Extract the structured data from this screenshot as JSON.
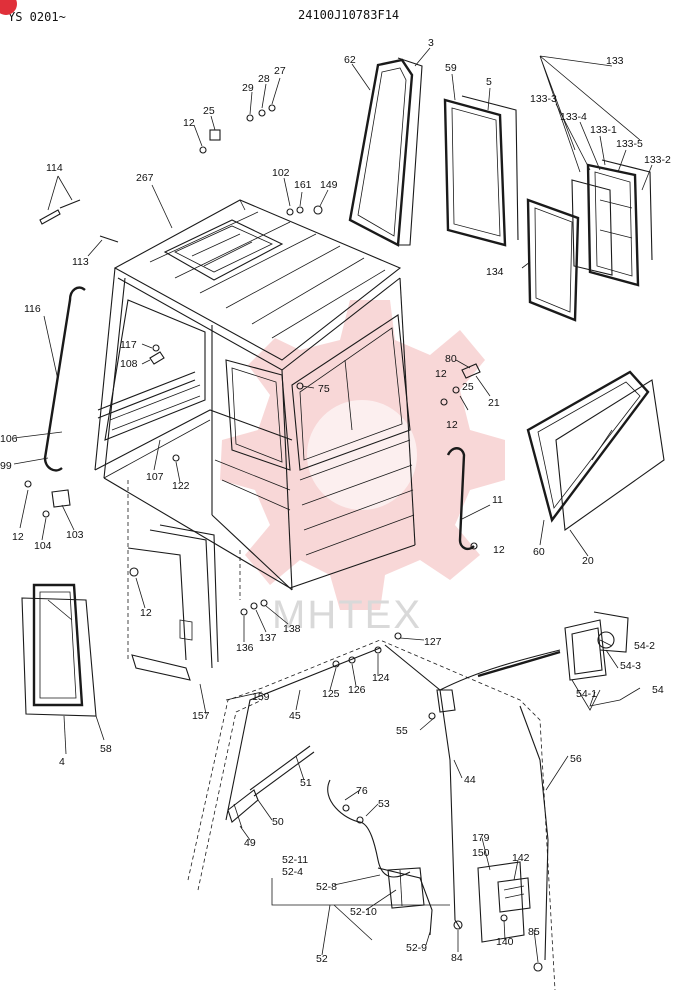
{
  "header": {
    "serial_range": "YS 0201~",
    "drawing_number": "24100J10783F14"
  },
  "watermark": {
    "text": "MHTEX"
  },
  "colors": {
    "line": "#1a1a1a",
    "watermark": "#f3b6b6",
    "badge": "#e0303a"
  },
  "part_labels": [
    "3",
    "62",
    "59",
    "5",
    "133",
    "133-3",
    "133-4",
    "133-1",
    "133-5",
    "133-2",
    "27",
    "28",
    "29",
    "25",
    "12",
    "114",
    "267",
    "102",
    "161",
    "149",
    "113",
    "134",
    "116",
    "117",
    "108",
    "75",
    "80",
    "12",
    "25",
    "21",
    "12",
    "106",
    "99",
    "107",
    "122",
    "11",
    "12",
    "60",
    "20",
    "12",
    "103",
    "104",
    "12",
    "136",
    "137",
    "138",
    "127",
    "54-2",
    "54-3",
    "54",
    "54-1",
    "159",
    "125",
    "126",
    "124",
    "45",
    "157",
    "55",
    "4",
    "58",
    "44",
    "56",
    "51",
    "76",
    "53",
    "50",
    "49",
    "52-11",
    "52-4",
    "179",
    "150",
    "142",
    "52-8",
    "52-10",
    "140",
    "85",
    "52",
    "52-9",
    "84"
  ]
}
